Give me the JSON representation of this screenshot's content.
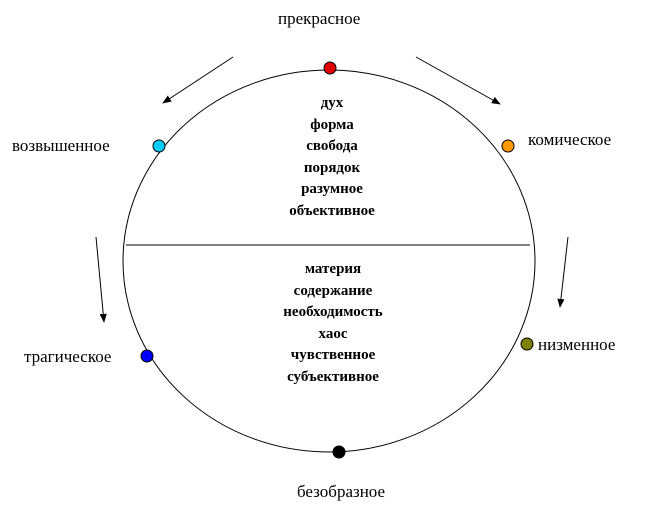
{
  "nodes": {
    "prekrasnoe": {
      "label": "прекрасное",
      "color": "#e00000"
    },
    "komicheskoe": {
      "label": "комическое",
      "color": "#ff9900"
    },
    "nizmennoe": {
      "label": "низменное",
      "color": "#808000"
    },
    "bezobraznoe": {
      "label": "безобразное",
      "color": "#000000"
    },
    "tragicheskoe": {
      "label": "трагическое",
      "color": "#0000ff"
    },
    "vozvyshennoe": {
      "label": "возвышенное",
      "color": "#00ccff"
    }
  },
  "upper_half": {
    "items": [
      "дух",
      "форма",
      "свобода",
      "порядок",
      "разумное",
      "объективное"
    ]
  },
  "lower_half": {
    "items": [
      "материя",
      "содержание",
      "необходимость",
      "хаос",
      "чувственное",
      "субъективное"
    ]
  }
}
